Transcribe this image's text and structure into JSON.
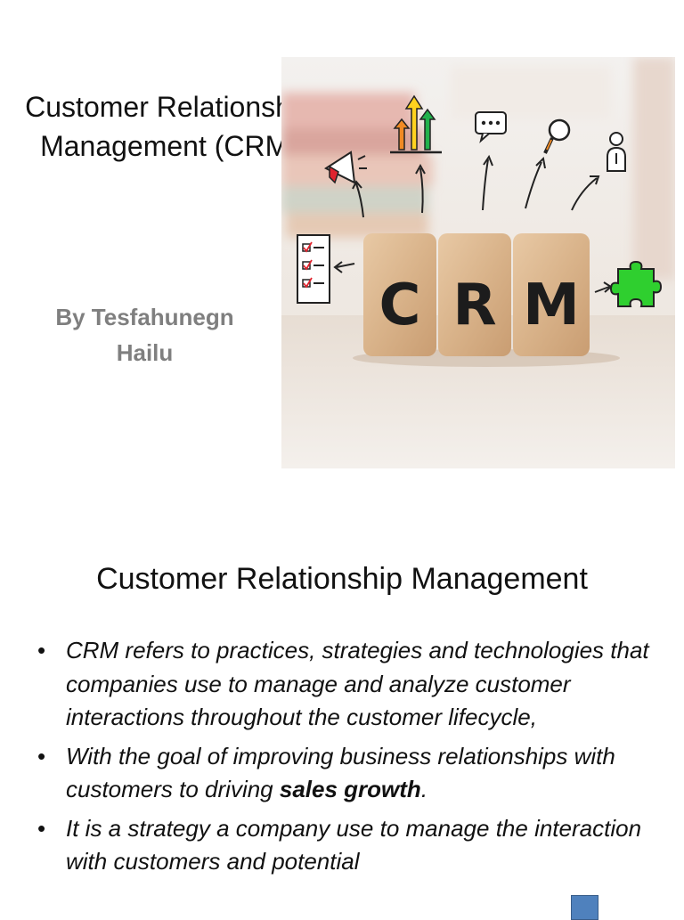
{
  "slide1": {
    "title_line1": "Customer Relationship",
    "title_line2": "Management (CRM)",
    "author_line1": "By Tesfahunegn",
    "author_line2": "Hailu",
    "image": {
      "cube_letters": [
        "C",
        "R",
        "M"
      ],
      "icons": [
        "megaphone-icon",
        "growth-chart-icon",
        "chat-bubble-icon",
        "magnifier-icon",
        "person-icon",
        "checklist-icon",
        "puzzle-piece-icon"
      ],
      "colors": {
        "puzzle": "#2fcf2f",
        "arrow_green": "#22b14c",
        "arrow_yellow": "#ffd21f",
        "arrow_orange": "#f08a24",
        "megaphone_red": "#e0242e"
      }
    }
  },
  "slide2": {
    "title": "Customer Relationship Management",
    "bullets": [
      {
        "text": "CRM refers to practices, strategies and technologies that companies use to manage and analyze customer interactions throughout the customer lifecycle,"
      },
      {
        "before": "With the goal of improving business relationships with customers to driving ",
        "bold": "sales growth",
        "after": "."
      },
      {
        "text": "It is a strategy a company use to manage the interaction with customers and potential"
      }
    ],
    "bullet_glyph": "•",
    "accent_color": "#4f81bd"
  }
}
